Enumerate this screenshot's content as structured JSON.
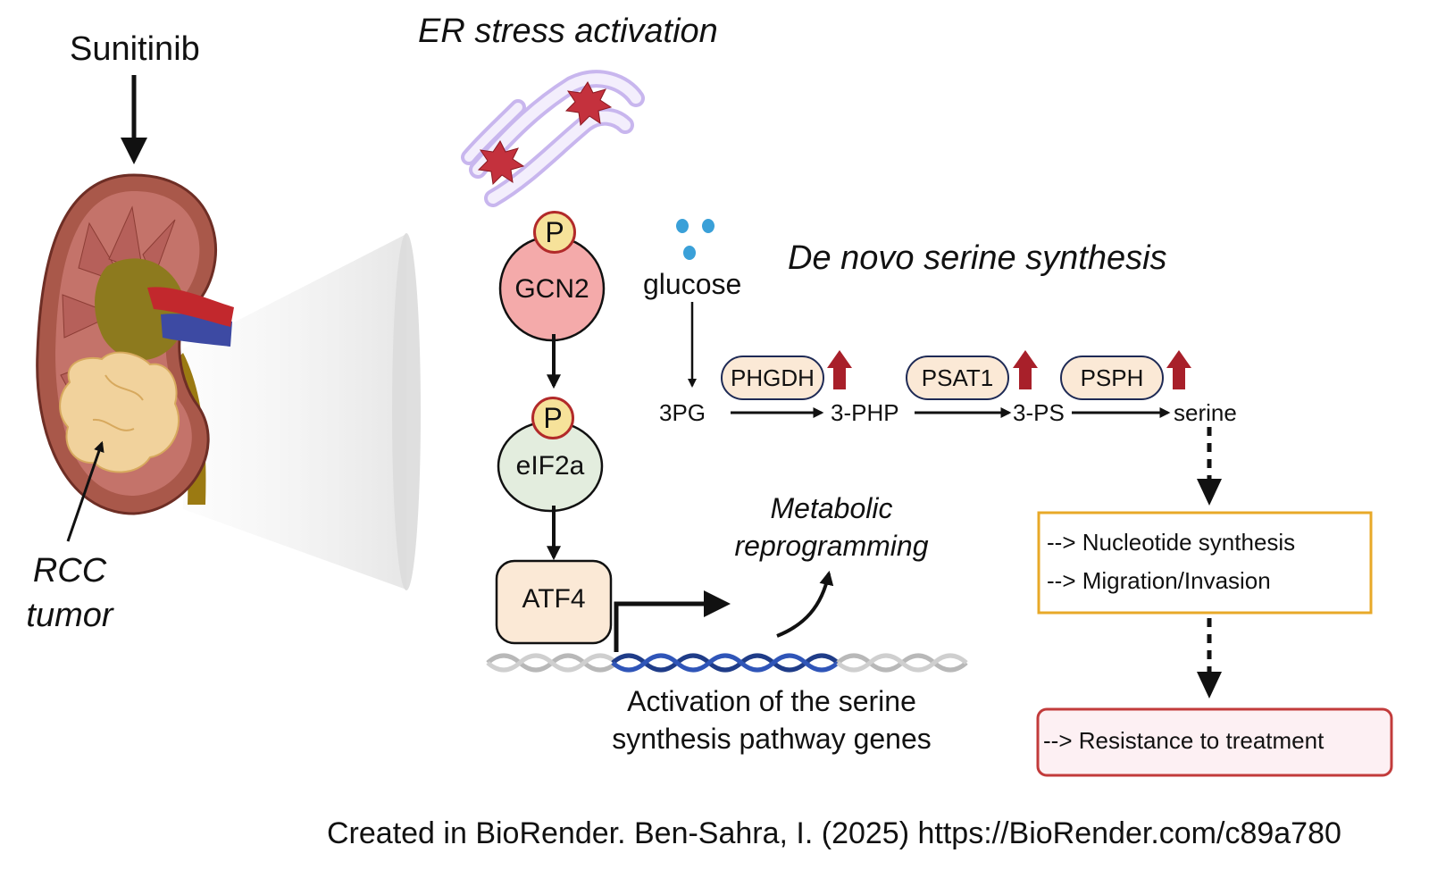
{
  "titles": {
    "er_stress": "ER stress activation",
    "de_novo": "De novo serine synthesis"
  },
  "left": {
    "drug": "Sunitinib",
    "tumor_line1": "RCC",
    "tumor_line2": "tumor"
  },
  "signaling": {
    "phospho": "P",
    "gcn2": "GCN2",
    "eif2a": "eIF2a",
    "atf4": "ATF4"
  },
  "pathway": {
    "glucose": "glucose",
    "metabolites": [
      "3PG",
      "3-PHP",
      "3-PS",
      "serine"
    ],
    "enzymes": [
      "PHGDH",
      "PSAT1",
      "PSPH"
    ]
  },
  "metabolic": {
    "line1": "Metabolic",
    "line2": "reprogramming"
  },
  "gene_activation": {
    "line1": "Activation of the serine",
    "line2": "synthesis pathway genes"
  },
  "outcomes": {
    "box1": [
      "--> Nucleotide synthesis",
      "--> Migration/Invasion"
    ],
    "box2": "--> Resistance to treatment"
  },
  "credit": "Created in BioRender. Ben-Sahra, I. (2025) https://BioRender.com/c89a780",
  "colors": {
    "gcn2_fill": "#f4aaaa",
    "eif2a_fill": "#e3edde",
    "atf4_fill": "#fbe9d6",
    "phospho_fill": "#f6e29a",
    "up_arrow": "#a8202a",
    "box1_border": "#e8a928",
    "box2_border": "#c23b3b",
    "box2_fill": "#fdf0f3",
    "dna_active": "#1f3c88",
    "dna_inactive": "#b8b8b8"
  }
}
